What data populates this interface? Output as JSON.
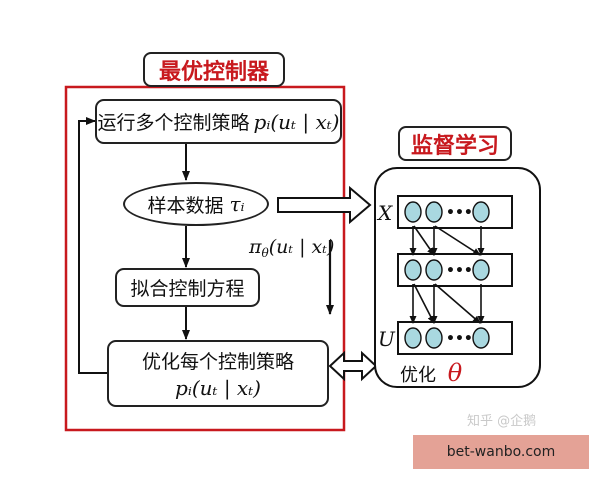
{
  "left_panel": {
    "title": "最优控制器",
    "nodes": {
      "run_policies": "运行多个控制策略",
      "run_policies_math": "pᵢ(uₜ | xₜ)",
      "sample_data": "样本数据",
      "sample_data_math": "τᵢ",
      "fit_dynamics": "拟合控制方程",
      "optimize_policies": "优化每个控制策略",
      "optimize_policies_math": "pᵢ(uₜ | xₜ)"
    }
  },
  "policy_label": "π",
  "policy_label_sub": "θ",
  "policy_label_args": "(uₜ | xₜ)",
  "right_panel": {
    "title": "监督学习",
    "input_label": "X",
    "output_label": "U",
    "ellipsis": "•••",
    "optimize_label": "优化",
    "theta": "θ"
  },
  "watermark": "知乎 @企鹅",
  "ad_label": "bet-wanbo.com",
  "colors": {
    "red": "#c8191e",
    "neuron_fill": "#a9d8e0",
    "ad_bg": "#e4a296"
  }
}
